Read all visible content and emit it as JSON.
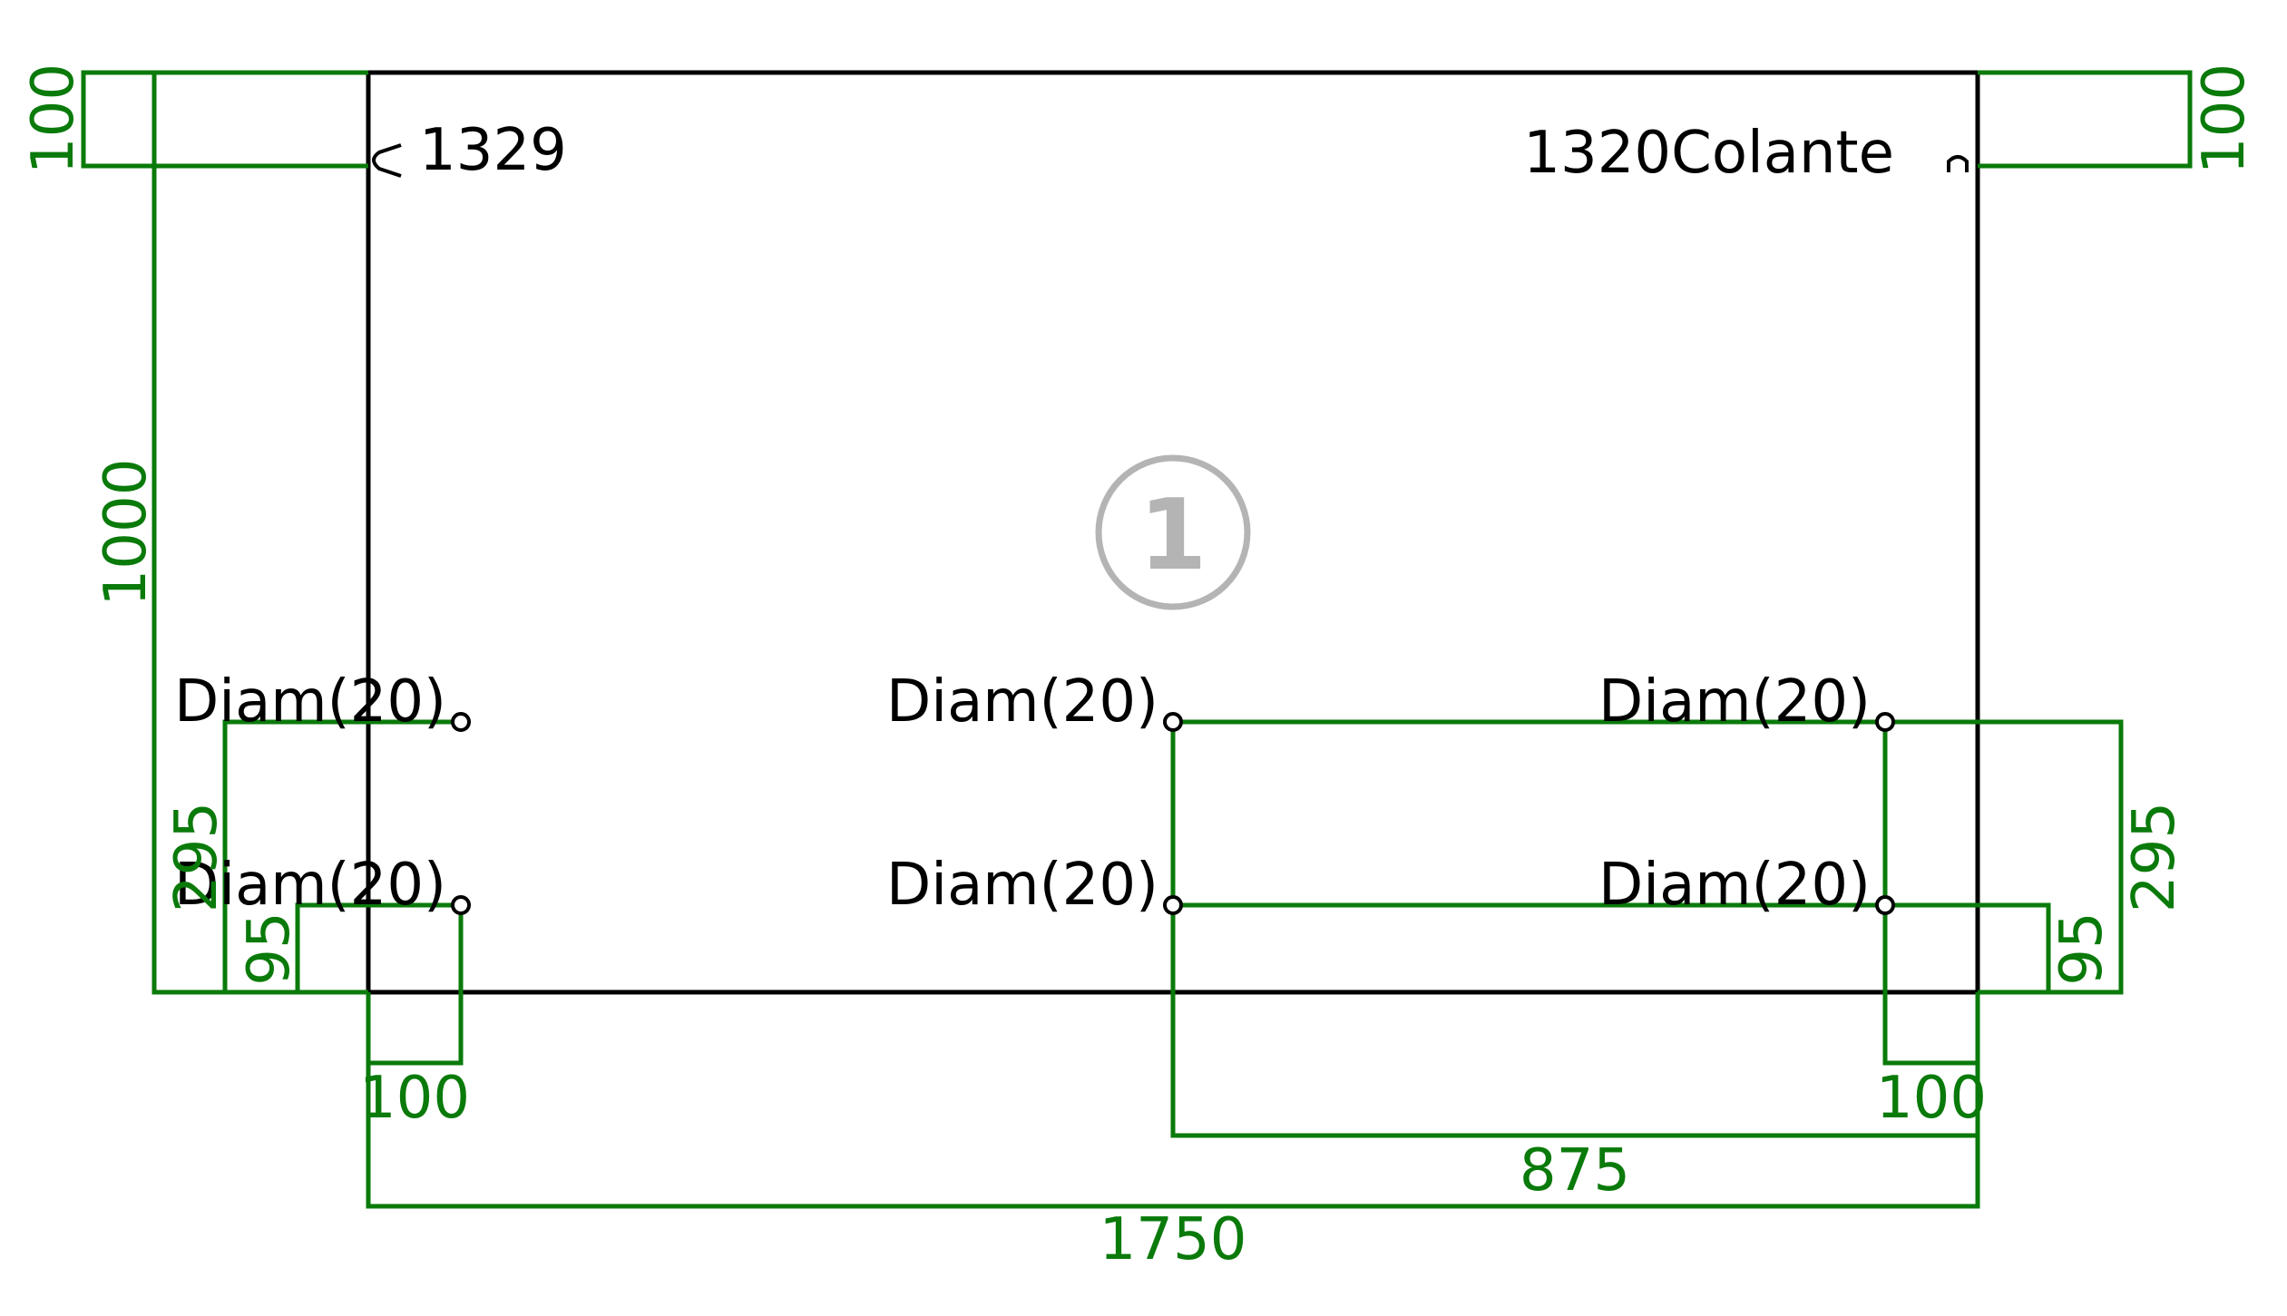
{
  "colors": {
    "outline": "#000000",
    "dimension": "#0a7a0a",
    "badge": "#b4b4b4",
    "background": "#ffffff"
  },
  "panel": {
    "badge_number": "1",
    "corner_labels": {
      "top_left": "1329",
      "top_right": "1320Colante"
    }
  },
  "holes": {
    "label": "Diam(20)",
    "top_row": [
      "Diam(20)",
      "Diam(20)",
      "Diam(20)"
    ],
    "bottom_row": [
      "Diam(20)",
      "Diam(20)",
      "Diam(20)"
    ]
  },
  "dimensions": {
    "left_top_offset": "100",
    "right_top_offset": "100",
    "total_height": "1000",
    "left_upper_hole_height": "295",
    "left_lower_hole_height": "95",
    "right_upper_hole_height": "295",
    "right_lower_hole_height": "95",
    "left_hole_inset": "100",
    "right_hole_inset": "100",
    "center_offset": "875",
    "total_width": "1750"
  }
}
